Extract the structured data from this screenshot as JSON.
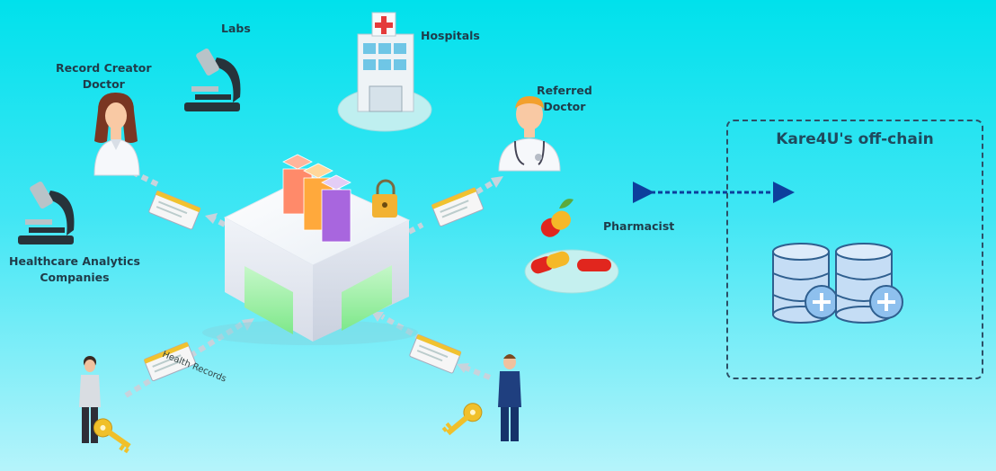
{
  "labels": {
    "labs": "Labs",
    "hospitals": "Hospitals",
    "record_creator": "Record Creator\nDoctor",
    "referred_doctor": "Referred\nDoctor",
    "pharmacist": "Pharmacist",
    "analytics": "Healthcare Analytics\nCompanies",
    "health_records": "Health Records",
    "offchain_title": "Kare4U's off-chain"
  },
  "colors": {
    "accent_dark": "#1f3c4a",
    "arrow_blue": "#0d3f9c",
    "db_blue": "#c5ddf5",
    "db_stroke": "#2f5f8f",
    "plus_blue": "#8ec0ee"
  },
  "icons": [
    "microscope-icon",
    "hospital-icon",
    "doctor-icon",
    "pills-icon",
    "database-icon",
    "key-icon",
    "lock-icon",
    "person-icon",
    "document-icon"
  ]
}
